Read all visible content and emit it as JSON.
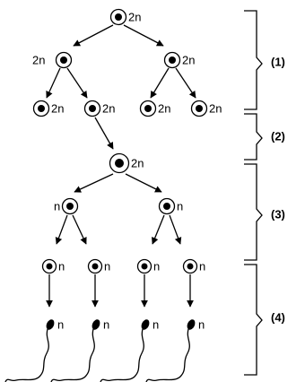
{
  "labels": {
    "diploid": "2n",
    "haploid": "n"
  },
  "stages": [
    "(1)",
    "(2)",
    "(3)",
    "(4)"
  ],
  "colors": {
    "stroke": "#000000",
    "background": "#ffffff"
  },
  "icons": {
    "cell": "cell-with-nucleus-icon",
    "sperm": "sperm-cell-icon"
  }
}
